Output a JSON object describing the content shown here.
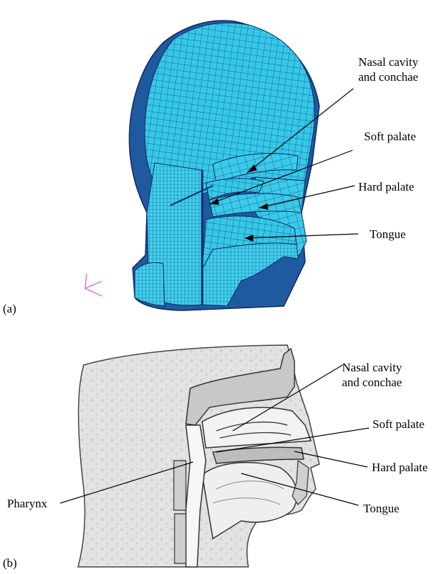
{
  "panel_a": {
    "label": "(a)",
    "annotations": {
      "nasal_line1": "Nasal cavity",
      "nasal_line2": "and conchae",
      "soft_palate": "Soft palate",
      "hard_palate": "Hard palate",
      "tongue": "Tongue"
    },
    "colors": {
      "mesh_fill": "#35c9e6",
      "mesh_line": "#1a3a8a",
      "axis_marker": "#e050e0"
    }
  },
  "panel_b": {
    "label": "(b)",
    "annotations": {
      "nasal_line1": "Nasal cavity",
      "nasal_line2": "and conchae",
      "soft_palate": "Soft palate",
      "hard_palate": "Hard palate",
      "pharynx": "Pharynx",
      "tongue": "Tongue"
    },
    "colors": {
      "tissue_fill": "#e2e2e2",
      "outline": "#333333"
    }
  }
}
